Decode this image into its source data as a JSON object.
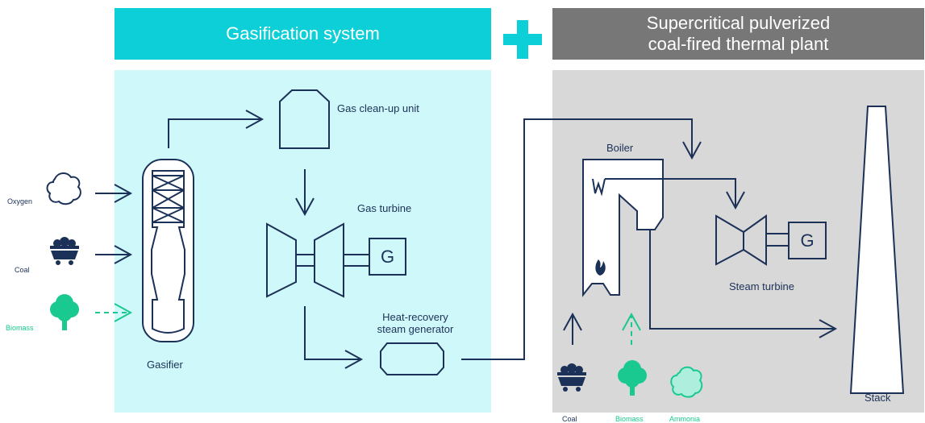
{
  "banners": {
    "left": "Gasification system",
    "right_line1": "Supercritical pulverized",
    "right_line2": "coal-fired thermal plant"
  },
  "labels": {
    "gas_cleanup": "Gas clean-up unit",
    "gas_turbine": "Gas turbine",
    "hrsg_line1": "Heat-recovery",
    "hrsg_line2": "steam generator",
    "gasifier": "Gasifier",
    "boiler": "Boiler",
    "steam_turbine": "Steam turbine",
    "stack": "Stack",
    "generator_1": "G",
    "generator_2": "G"
  },
  "inputs_left": [
    {
      "label": "Oxygen",
      "icon": "cloud-icon",
      "color": "#1c3157"
    },
    {
      "label": "Coal",
      "icon": "coal-cart-icon",
      "color": "#1c3157"
    },
    {
      "label": "Biomass",
      "icon": "tree-icon",
      "color": "#19c98f"
    }
  ],
  "inputs_right": [
    {
      "label": "Coal",
      "icon": "coal-cart-icon",
      "color": "#1c3157"
    },
    {
      "label": "Biomass",
      "icon": "tree-icon",
      "color": "#19c98f"
    },
    {
      "label": "Ammonia",
      "icon": "cloud-icon",
      "color": "#19c98f"
    }
  ],
  "colors": {
    "cyan": "#0ccfd8",
    "light_cyan": "#cff8fa",
    "grey_banner": "#777777",
    "grey_panel": "#d8d8d8",
    "navy": "#1c3157",
    "green": "#19c98f"
  }
}
